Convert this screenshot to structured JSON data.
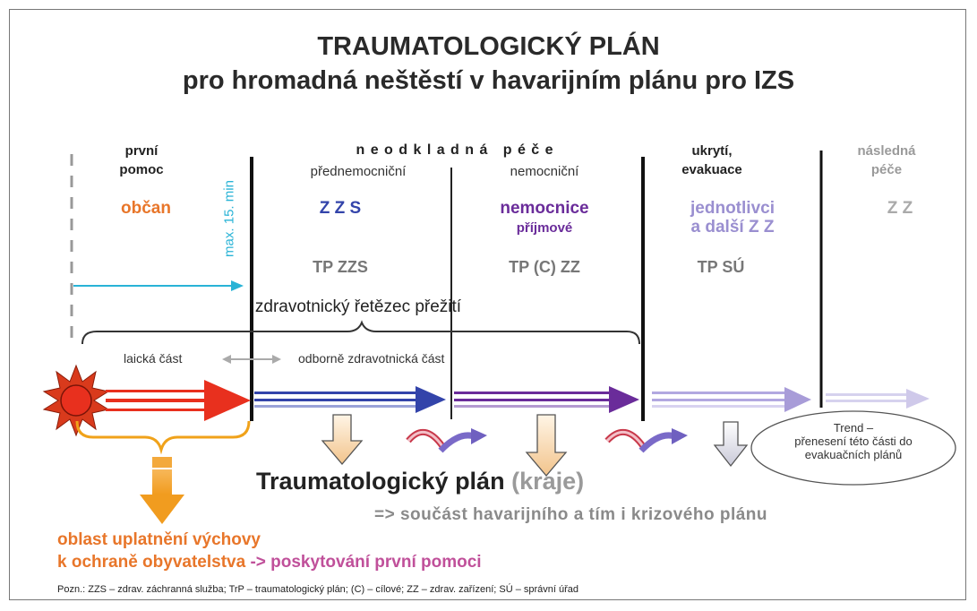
{
  "title": {
    "line1": "TRAUMATOLOGICKÝ PLÁN",
    "line2": "pro hromadná neštěstí v havarijním plánu pro IZS"
  },
  "phases": {
    "prvni_pomoc": "první\npomoc",
    "neodkladna_pece": "n e o d k l a d n á   p é č e",
    "prednemocnicni": "přednemocniční",
    "nemocnicni": "nemocniční",
    "ukryti_evakuace": "ukrytí,\nevakuace",
    "nasledna_pece": "následná\npéče"
  },
  "actors": {
    "obcan": "občan",
    "zzs": "Z Z S",
    "nemocnice": "nemocnice",
    "prijmove": "příjmové",
    "jednotlivci": "jednotlivci\na další Z Z",
    "zz": "Z Z"
  },
  "tp_labels": {
    "tp_zzs": "TP ZZS",
    "tp_c_zz": "TP (C) ZZ",
    "tp_su": "TP SÚ"
  },
  "time_label": "max. 15. min",
  "chain_label": "zdravotnický řetězec přežití",
  "laicka_cast": "laická část",
  "odborne_cast": "odborně zdravotnická část",
  "trend_note": "Trend –\npřenesení této části do\nevakuačních plánů",
  "traumaplan": {
    "main": "Traumatologický plán",
    "kraje": "(kraje)",
    "soucast": "=> součást havarijního a tím i krizového plánu"
  },
  "oblast": {
    "line1": "oblast uplatnění výchovy",
    "line2": "k ochraně obyvatelstva",
    "arrow": "->",
    "poskytovani": "poskytování první pomoci"
  },
  "footnote": "Pozn.: ZZS – zdrav. záchranná služba; TrP – traumatologický plán; (C) – cílové; ZZ – zdrav. zařízení; SÚ – správní úřad",
  "colors": {
    "orange": "#e8762a",
    "blue": "#3344aa",
    "purple": "#6a2c9a",
    "lavender": "#9a8fd0",
    "gray": "#aaaaaa",
    "cyan": "#29b3d6",
    "red": "#e8301e",
    "pink": "#c0509a"
  }
}
